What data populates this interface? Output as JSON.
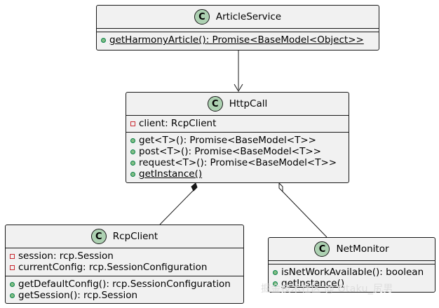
{
  "badge_letter": "C",
  "classes": {
    "article_service": {
      "name": "ArticleService",
      "methods": [
        "getHarmonyArticle(): Promise<BaseModel<Object>>"
      ]
    },
    "http_call": {
      "name": "HttpCall",
      "fields": [
        "client: RcpClient"
      ],
      "methods": [
        "get<T>(): Promise<BaseModel<T>>",
        "post<T>(): Promise<BaseModel<T>>",
        "request<T>(): Promise<BaseModel<T>>",
        "getInstance()"
      ]
    },
    "rcp_client": {
      "name": "RcpClient",
      "fields": [
        "session: rcp.Session",
        "currentConfig: rcp.SessionConfiguration"
      ],
      "methods": [
        "getDefaultConfig(): rcp.SessionConfiguration",
        "getSession(): rcp.Session"
      ]
    },
    "net_monitor": {
      "name": "NetMonitor",
      "methods": [
        "isNetWorkAvailable(): boolean",
        "getInstance()"
      ]
    }
  },
  "watermark": "掘金技术社区 @ Otaku_尻男",
  "colors": {
    "class_fill": "#f1f1f1",
    "border": "#181818",
    "badge": "#add1b2",
    "public_marker": "#84be84",
    "private_marker": "#c82930"
  }
}
